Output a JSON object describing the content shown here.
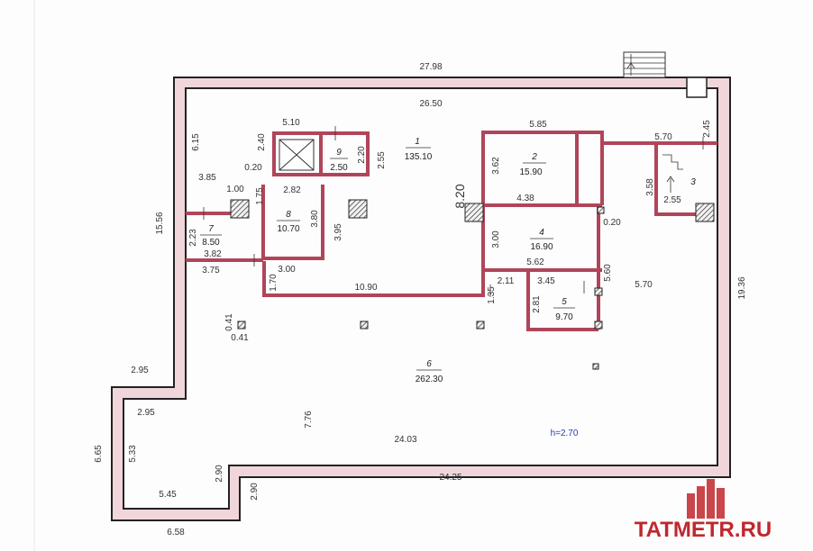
{
  "outer_dims": {
    "top_outer": "27.98",
    "top_inner": "26.50",
    "left_upper": "15.56",
    "right": "19.36",
    "left_lower_outer": "6.65",
    "left_lower_inner": "5.33",
    "step_upper_outer": "2.95",
    "step_upper_inner": "2.95",
    "bottom_wing_outer": "6.58",
    "bottom_wing_inner": "5.45",
    "notch_outer": "2.90",
    "notch_inner": "2.90",
    "bottom_outer": "24.25",
    "bottom_inner": "24.03",
    "left_inner_long": "7.76"
  },
  "inner_dims": {
    "d_6_15": "6.15",
    "d_5_10": "5.10",
    "d_2_40": "2.40",
    "d_0_20a": "0.20",
    "d_2_20": "2.20",
    "d_2_55": "2.55",
    "d_3_85": "3.85",
    "d_1_00": "1.00",
    "d_1_75": "1.75",
    "d_2_82": "2.82",
    "d_2_23": "2.23",
    "d_3_82": "3.82",
    "d_3_75": "3.75",
    "d_3_80": "3.80",
    "d_3_95": "3.95",
    "d_3_00a": "3.00",
    "d_1_70": "1.70",
    "d_10_90": "10.90",
    "d_8_20": "8.20",
    "d_5_85": "5.85",
    "d_3_62": "3.62",
    "d_4_38": "4.38",
    "d_5_70a": "5.70",
    "d_2_45": "2.45",
    "d_3_58": "3.58",
    "d_2_55b": "2.55",
    "d_0_20b": "0.20",
    "d_3_00b": "3.00",
    "d_5_62": "5.62",
    "d_5_60": "5.60",
    "d_5_70b": "5.70",
    "d_3_45": "3.45",
    "d_2_81": "2.81",
    "d_2_11": "2.11",
    "d_1_35": "1.35",
    "d_0_41a": "0.41",
    "d_0_41b": "0.41"
  },
  "rooms": [
    {
      "num": "1",
      "area": "135.10"
    },
    {
      "num": "2",
      "area": "15.90"
    },
    {
      "num": "3",
      "area": ""
    },
    {
      "num": "4",
      "area": "16.90"
    },
    {
      "num": "5",
      "area": "9.70"
    },
    {
      "num": "6",
      "area": "262.30"
    },
    {
      "num": "7",
      "area": "8.50"
    },
    {
      "num": "8",
      "area": "10.70"
    },
    {
      "num": "9",
      "area": "2.50"
    }
  ],
  "height_note": "h=2.70",
  "brand": "TATMETR.RU",
  "colors": {
    "wall_fill": "#f0d6da",
    "wall_stroke": "#222222",
    "partition_fill": "#f7dfe2",
    "partition_stroke": "#b0455a",
    "brand": "#c0272d",
    "height_note": "#2a39b6"
  }
}
